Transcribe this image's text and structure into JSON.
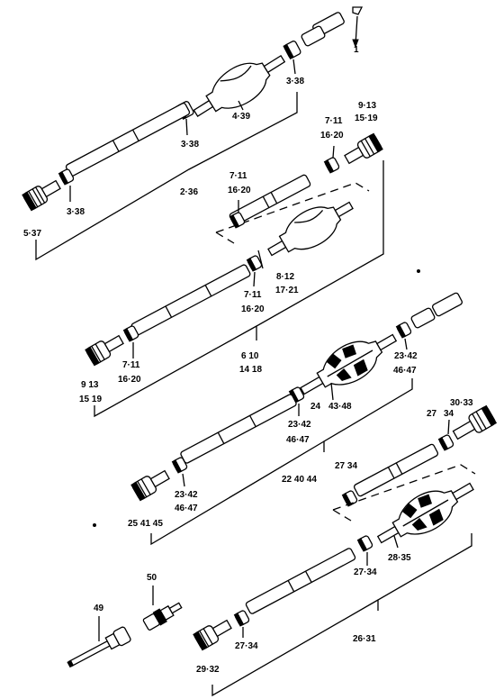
{
  "labels": {
    "a1": "1",
    "a2": "3·38",
    "a3": "4·39",
    "a4": "3·38",
    "a5": "2·36",
    "a6": "3·38",
    "a7": "5·37",
    "b1": "9·13",
    "b2": "15·19",
    "b3": "7·11",
    "b4": "16·20",
    "b5": "7·11",
    "b6": "16·20",
    "b7": "8·12",
    "b8": "17·21",
    "b9": "7·11",
    "b10": "16·20",
    "b11": "6   10",
    "b12": "14   18",
    "b13": "7·11",
    "b14": "16·20",
    "b15": "9   13",
    "b16": "15   19",
    "c1": "23·42",
    "c2": "46·47",
    "c3": "24",
    "c4": "43·48",
    "c5": "23·42",
    "c6": "46·47",
    "c7": "22   40   44",
    "c8": "23·42",
    "c9": "46·47",
    "c10": "25   41   45",
    "d1": "30·33",
    "d2": "27",
    "d3": "34",
    "d4": "27   34",
    "d5": "28·35",
    "d6": "27·34",
    "d7": "26·31",
    "d8": "27·34",
    "d9": "29·32",
    "e1": "50",
    "e2": "49"
  }
}
